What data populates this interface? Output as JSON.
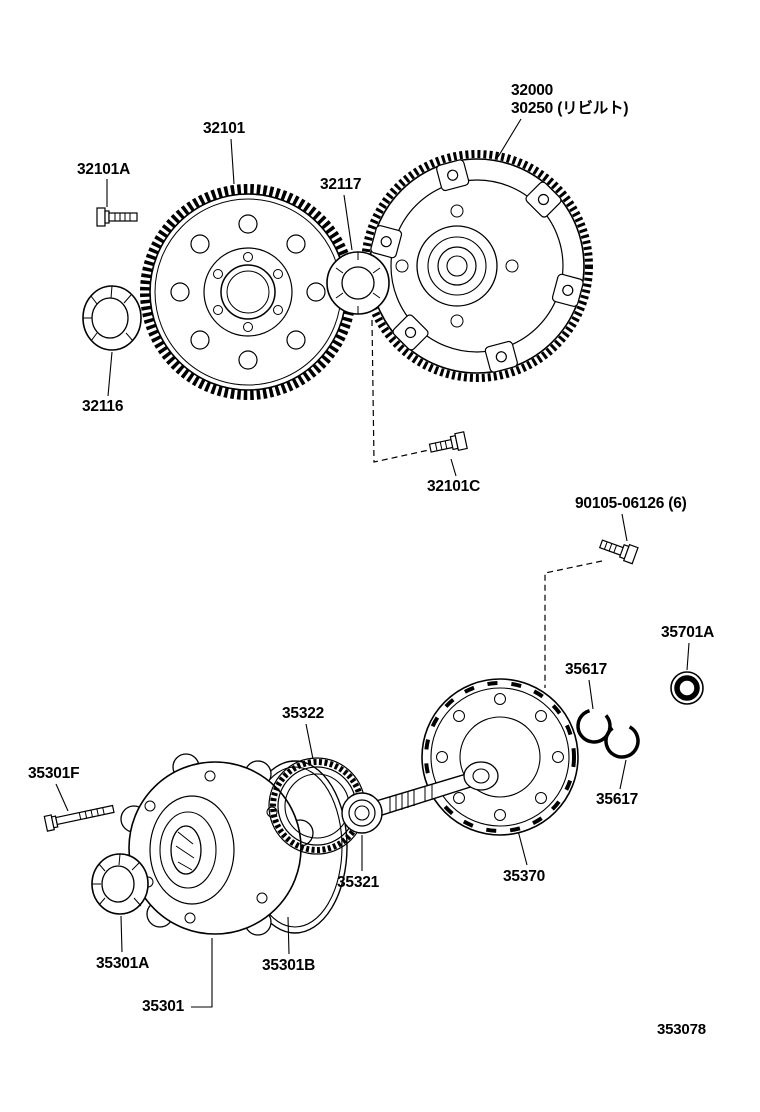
{
  "diagram": {
    "drawing_number": "353078",
    "labels": {
      "l32000": "32000",
      "l30250": "30250 (リビルト)",
      "l32101": "32101",
      "l32101a": "32101A",
      "l32117": "32117",
      "l32116": "32116",
      "l32101c": "32101C",
      "l90105": "90105-06126 (6)",
      "l35701a": "35701A",
      "l35617_upper": "35617",
      "l35617_lower": "35617",
      "l35322": "35322",
      "l35301f": "35301F",
      "l35321": "35321",
      "l35370": "35370",
      "l35301a": "35301A",
      "l35301b": "35301B",
      "l35301": "35301"
    }
  }
}
